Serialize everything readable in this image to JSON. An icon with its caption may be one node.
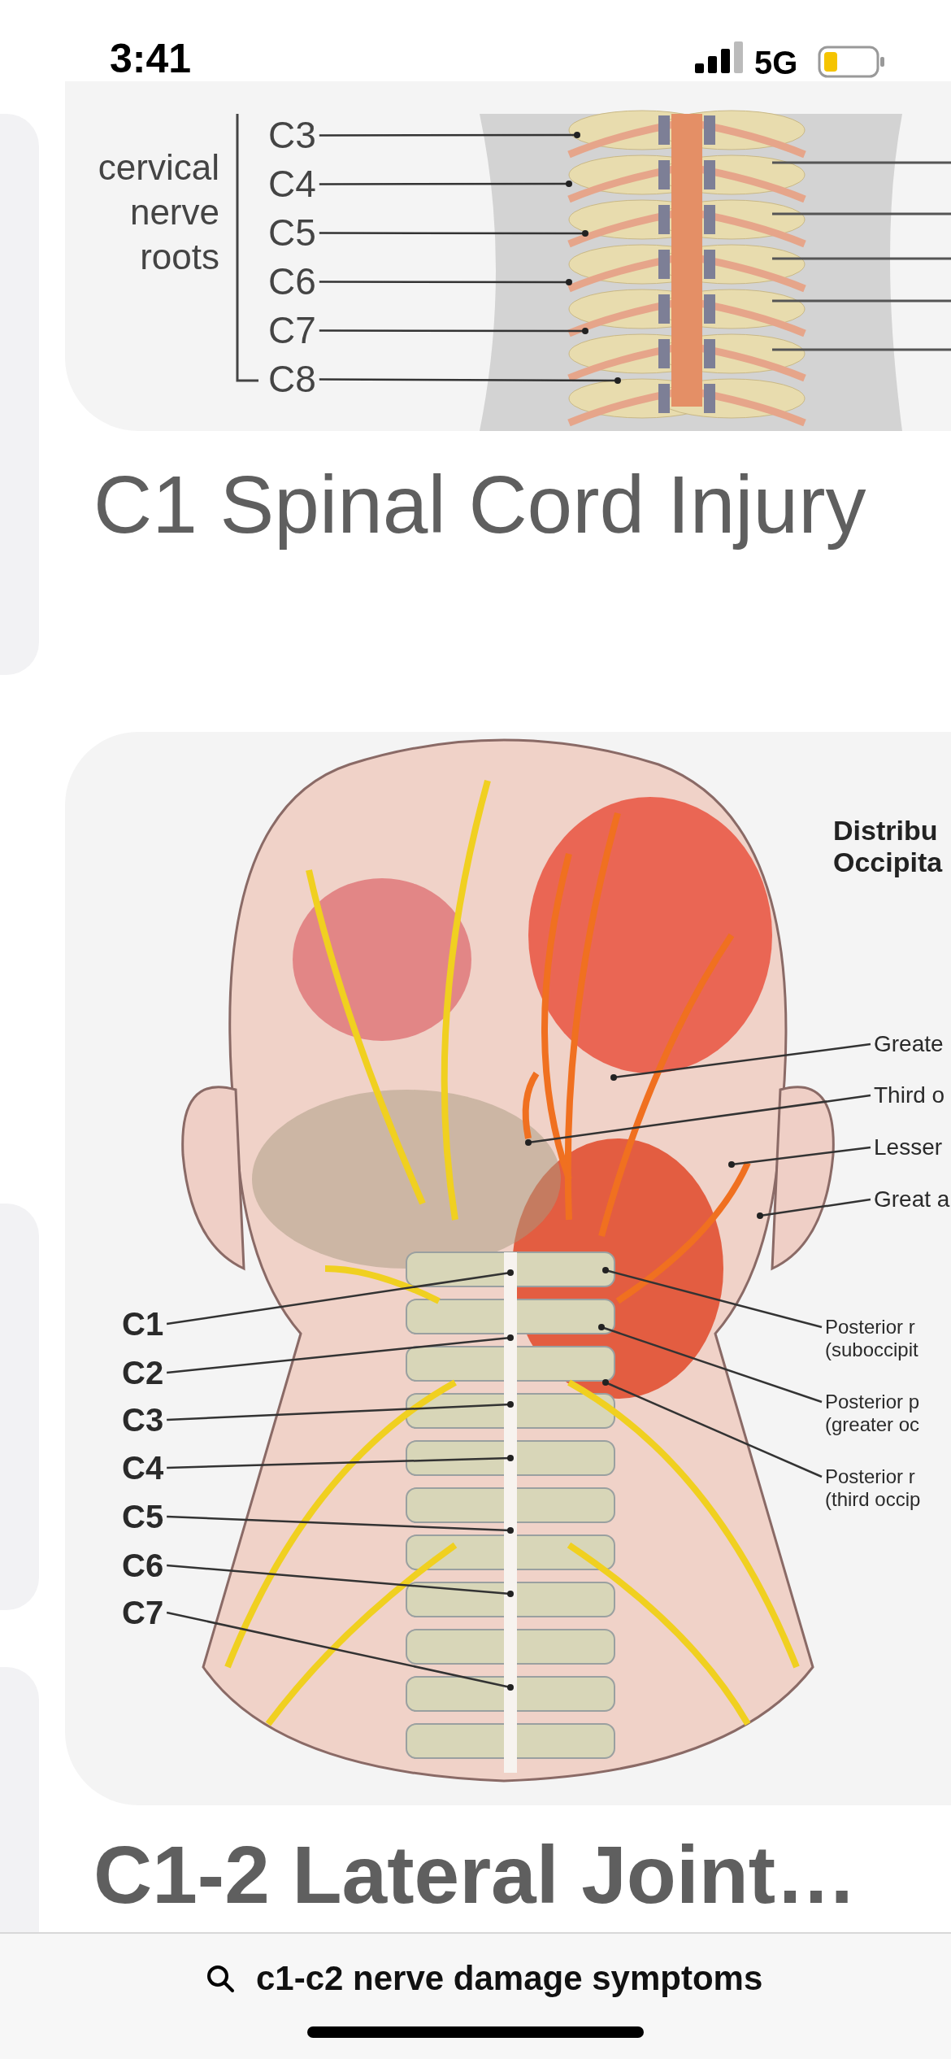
{
  "diagram": {
    "nodes": [
      {
        "text": [
          "C3"
        ]
      },
      {
        "text": [
          "C4"
        ]
      },
      {
        "text": [
          "C5"
        ]
      },
      {
        "text": [
          "C6"
        ]
      },
      {
        "text": [
          "C7"
        ]
      },
      {
        "text": [
          "C8"
        ]
      },
      {
        "text": [
          "C1"
        ]
      },
      {
        "text": [
          "C2"
        ]
      },
      {
        "text": [
          "C3"
        ]
      },
      {
        "text": [
          "C4"
        ]
      },
      {
        "text": [
          "C5"
        ]
      },
      {
        "text": [
          "C6"
        ]
      },
      {
        "text": [
          "C7"
        ]
      },
      {
        "text": [
          "Greate"
        ]
      },
      {
        "text": [
          "Third o"
        ]
      },
      {
        "text": [
          "Lesser"
        ]
      },
      {
        "text": [
          "Great a"
        ]
      },
      {
        "text": [
          "Posterior r (suboccipit"
        ]
      },
      {
        "text": [
          "Posterior p (greater oc"
        ]
      },
      {
        "text": [
          "Posterior r (third occip"
        ]
      },
      {
        "text": [],
        "shape": "bar"
      }
    ],
    "edges": [
      {
        "from": 0,
        "to": null,
        "arrow": "none"
      },
      {
        "from": 1,
        "to": null,
        "arrow": "none"
      },
      {
        "from": 2,
        "to": null,
        "arrow": "none"
      },
      {
        "from": 3,
        "to": null,
        "arrow": "none"
      },
      {
        "from": 4,
        "to": null,
        "arrow": "none"
      },
      {
        "from": 5,
        "to": null,
        "arrow": "none"
      },
      {
        "from": 6,
        "to": null,
        "arrow": "none"
      },
      {
        "from": 7,
        "to": null,
        "arrow": "none"
      },
      {
        "from": 8,
        "to": null,
        "arrow": "none"
      },
      {
        "from": 9,
        "to": null,
        "arrow": "none"
      },
      {
        "from": 10,
        "to": null,
        "arrow": "none"
      },
      {
        "from": 11,
        "to": null,
        "arrow": "none"
      },
      {
        "from": 12,
        "to": null,
        "arrow": "none"
      },
      {
        "from": 13,
        "to": null,
        "arrow": "none"
      },
      {
        "from": 14,
        "to": null,
        "arrow": "none"
      },
      {
        "from": 15,
        "to": null,
        "arrow": "none"
      },
      {
        "from": 16,
        "to": null,
        "arrow": "none"
      },
      {
        "from": 17,
        "to": null,
        "arrow": "none"
      },
      {
        "from": 18,
        "to": null,
        "arrow": "none"
      },
      {
        "from": 19,
        "to": null,
        "arrow": "none"
      }
    ],
    "labels": [
      "3:41",
      "5G",
      "cervical nerve roots",
      "C1 Spinal Cord Injury",
      "Distribu Occipita",
      "C1-2 Lateral Joint…",
      "c1-c2 nerve damage symptoms"
    ]
  }
}
